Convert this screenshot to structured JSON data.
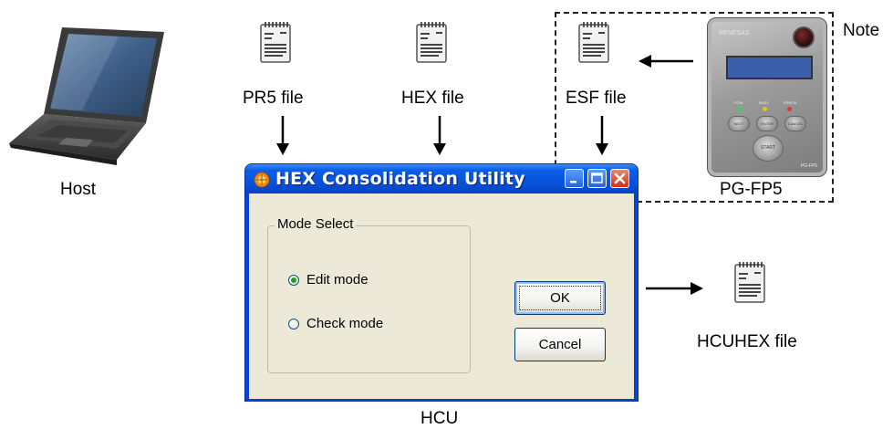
{
  "labels": {
    "host": "Host",
    "pr5": "PR5 file",
    "hex": "HEX file",
    "esf": "ESF file",
    "pgfp5": "PG-FP5",
    "note": "Note",
    "hcu": "HCU",
    "hcuhex": "HCUHEX file"
  },
  "dialog": {
    "title": "HEX Consolidation Utility",
    "group_title": "Mode Select",
    "radio_options": [
      {
        "label": "Edit mode",
        "selected": true
      },
      {
        "label": "Check mode",
        "selected": false
      }
    ],
    "ok_label": "OK",
    "cancel_label": "Cancel"
  },
  "device": {
    "brand": "RENESAS",
    "model": "PG-FP5",
    "leds": [
      "POW",
      "BUSY",
      "ERROR"
    ],
    "keys": [
      "NEXT",
      "ENTER",
      "CANCEL"
    ],
    "start": "START"
  },
  "colors": {
    "titlebar": "#0a5ee8",
    "dialog_bg": "#ece9d8",
    "close_button": "#c9361a",
    "radio_dot": "#21a121",
    "lcd": "#3b5fa8"
  }
}
